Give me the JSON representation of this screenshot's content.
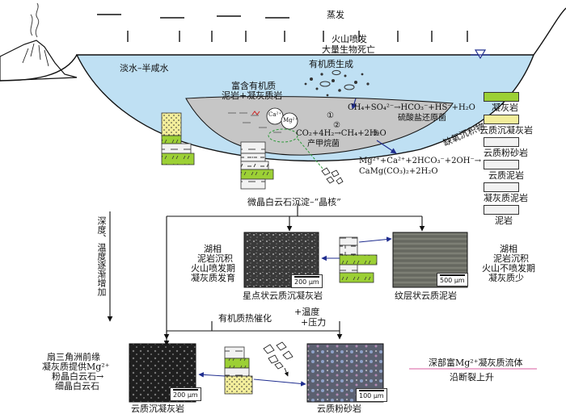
{
  "colors": {
    "water": "#bfe0f3",
    "basin": "#c6c6c6",
    "tuff": "#9cd035",
    "tuff_dolo": "#f3ee9b",
    "wall": "#f2f2f2",
    "arrow": "#1f2d8f",
    "green_dash": "#2e9a3a",
    "red": "#cc2222"
  },
  "top": {
    "evaporation": "蒸发",
    "volcano_line1": "火山喷发",
    "volcano_line2": "大量生物死亡",
    "fresh_water": "淡水–半咸水",
    "organic_gen": "有机质生成",
    "rich_organic_line1": "富含有机质",
    "rich_organic_line2": "泥岩+凝灰质岩",
    "anoxic": "缺氧沉积物",
    "num1": "①",
    "num2": "②",
    "num3": "③",
    "reaction1": "CH₄+SO₄²⁻→HCO₃⁻+HS⁻+H₂O",
    "bacteria1": "硫酸盐还原菌",
    "reaction2": "CO₂+4H₂→CH₄+2H₂O",
    "bacteria2": "产甲烷菌",
    "reaction3_line1": "Mg²⁺+Ca²⁺+2HCO₃⁻+2OH⁻→",
    "reaction3_line2": "CaMg(CO₃)₂+2H₂O",
    "ion_ca": "Ca²⁺",
    "ion_mg": "Mg²⁺",
    "nucleus": "微晶白云石沉淀–“晶核”"
  },
  "legend": [
    {
      "label": "凝灰岩",
      "pattern": "tuff"
    },
    {
      "label": "云质沉凝灰岩",
      "pattern": "tuff_dolo"
    },
    {
      "label": "云质粉砂岩",
      "pattern": "silt"
    },
    {
      "label": "云质泥岩",
      "pattern": "mud_dolo"
    },
    {
      "label": "凝灰质泥岩",
      "pattern": "mud_tuff"
    },
    {
      "label": "泥岩",
      "pattern": "mud"
    }
  ],
  "middle": {
    "left_line1": "湖相",
    "left_line2": "泥岩沉积",
    "left_line3": "火山喷发期",
    "left_line4": "凝灰质发育",
    "right_line1": "湖相",
    "right_line2": "泥岩沉积",
    "right_line3": "火山不喷发期",
    "right_line4": "凝灰质少",
    "photo1_caption": "星点状云质沉凝灰岩",
    "photo2_caption": "纹层状云质泥岩",
    "scale1": "200 μm",
    "scale2": "500 μm"
  },
  "side": {
    "vertical": "深度、温度逐渐增加"
  },
  "bottom": {
    "catalysis": "有机质热催化",
    "plus_temp": "+温度",
    "plus_press": "+压力",
    "left_line1": "扇三角洲前缘",
    "left_line2": "凝灰质提供Mg²⁺",
    "left_line3": "粉晶白云石→",
    "left_line4": "细晶白云石",
    "deep_fluid": "深部富Mg²⁺凝灰质流体",
    "along_fault": "沿断裂上升",
    "photo3_caption": "云质沉凝灰岩",
    "photo4_caption": "云质粉砂岩",
    "scale3": "200 μm",
    "scale4": "100 μm"
  }
}
